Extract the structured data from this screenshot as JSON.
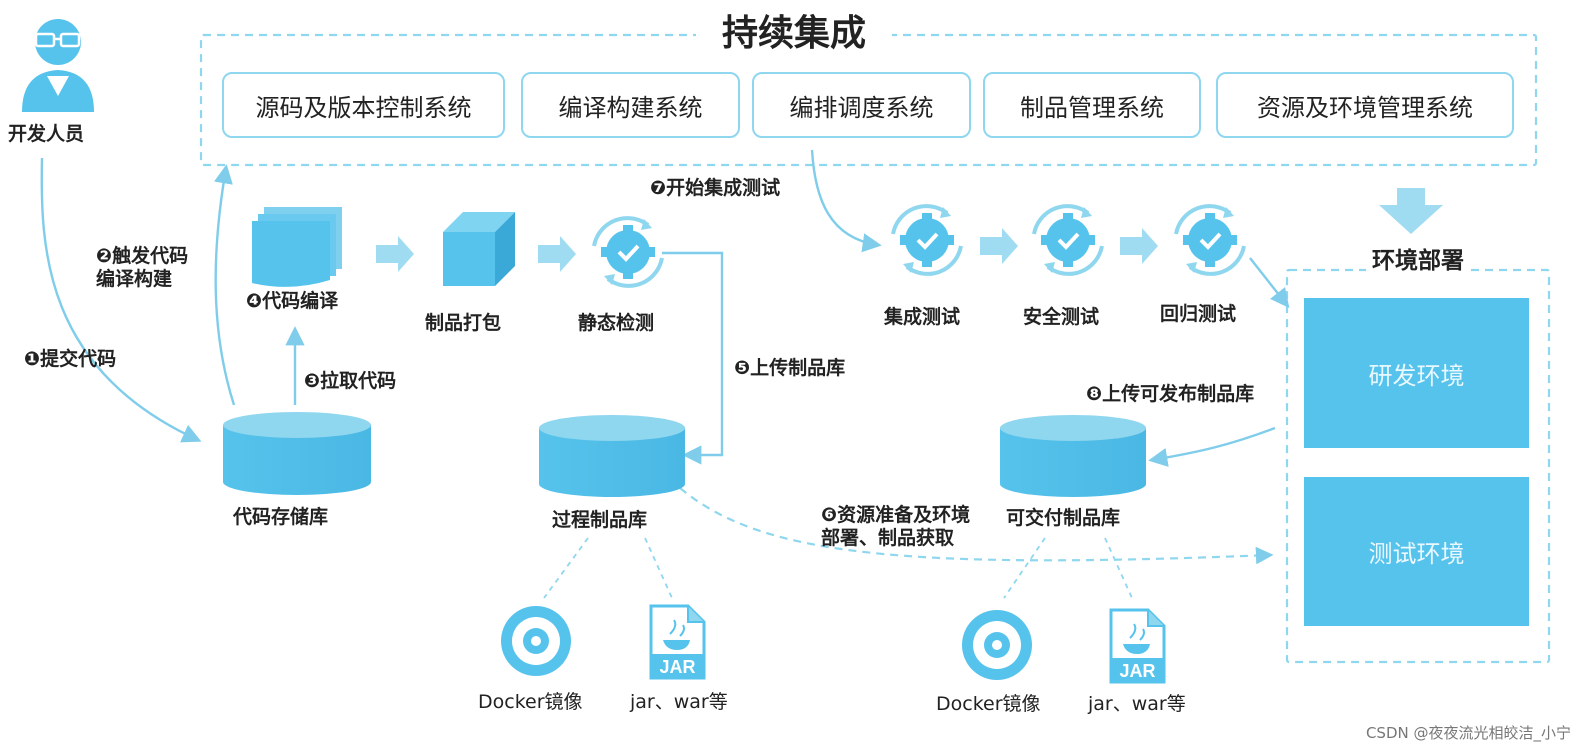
{
  "title": "持续集成",
  "developer_label": "开发人员",
  "systems": [
    "源码及版本控制系统",
    "编译构建系统",
    "编排调度系统",
    "制品管理系统",
    "资源及环境管理系统"
  ],
  "steps": {
    "step1": "❶提交代码",
    "step2_line1": "❷触发代码",
    "step2_line2": "编译构建",
    "step3": "❸拉取代码",
    "step4": "❹代码编译",
    "step5": "❺上传制品库",
    "step6_line1": "❻资源准备及环境",
    "step6_line2": "部署、制品获取",
    "step7": "❼开始集成测试",
    "step8": "❽上传可发布制品库"
  },
  "stages": {
    "package": "制品打包",
    "static_check": "静态检测",
    "integration_test": "集成测试",
    "security_test": "安全测试",
    "regression_test": "回归测试"
  },
  "repos": {
    "code_repo": "代码存储库",
    "process_repo": "过程制品库",
    "deliverable_repo": "可交付制品库"
  },
  "artifacts": {
    "docker": "Docker镜像",
    "jar_war": "jar、war等",
    "jar_icon_text": "JAR"
  },
  "deploy": {
    "title": "环境部署",
    "dev_env": "研发环境",
    "test_env": "测试环境"
  },
  "watermark": "CSDN @夜夜流光相皎洁_小宁",
  "colors": {
    "accent": "#56c3ec",
    "accent_light": "#8fd6ef",
    "accent_dark": "#3aa9d8",
    "text": "#222222"
  }
}
